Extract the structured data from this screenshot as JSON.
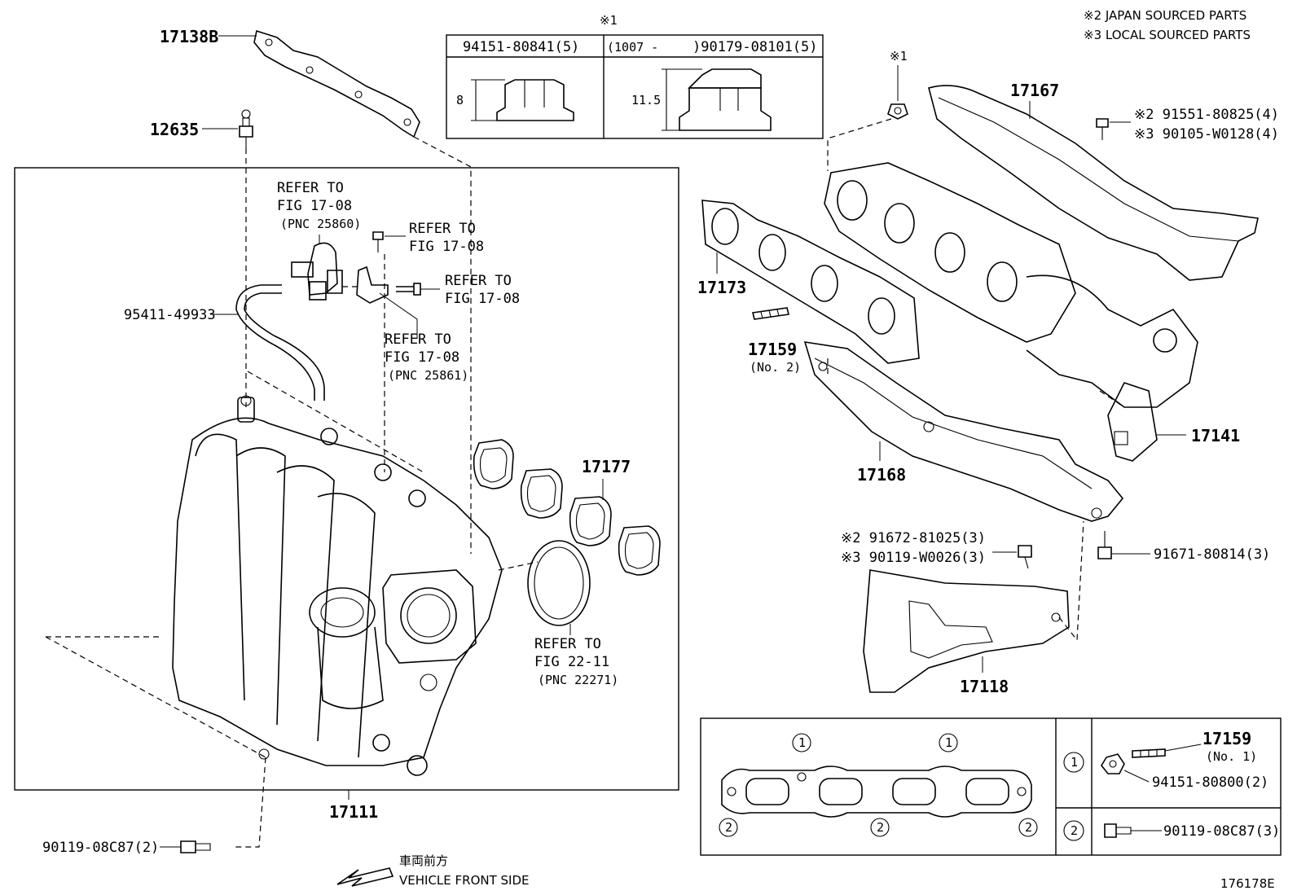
{
  "notes": {
    "japan": "※2 JAPAN SOURCED PARTS",
    "local": "※3 LOCAL SOURCED PARTS"
  },
  "nut_table": {
    "mark": "※1",
    "col1_header": "94151-80841(5)",
    "col2_header_left": "(1007 -",
    "col2_header_right": ")90179-08101(5)",
    "col1_dim": "8",
    "col2_dim": "11.5"
  },
  "labels": {
    "p17138B": "17138B",
    "p12635": "12635",
    "refer1_a": "REFER TO",
    "refer1_b": "FIG 17-08",
    "refer1_c": "(PNC 25860)",
    "refer2_a": "REFER TO",
    "refer2_b": "FIG 17-08",
    "refer3_a": "REFER TO",
    "refer3_b": "FIG 17-08",
    "refer4_a": "REFER TO",
    "refer4_b": "FIG 17-08",
    "refer4_c": "(PNC 25861)",
    "p95411": "95411-49933",
    "p17177": "17177",
    "refer5_a": "REFER TO",
    "refer5_b": "FIG 22-11",
    "refer5_c": "(PNC 22271)",
    "p17111": "17111",
    "p90119_left": "90119-08C87(2)",
    "front_jp": "車両前方",
    "front_en": "VEHICLE FRONT SIDE",
    "nut_mark": "※1",
    "p17167": "17167",
    "bolt_a": "※2 91551-80825(4)",
    "bolt_b": "※3 90105-W0128(4)",
    "p17173": "17173",
    "p17159": "17159",
    "p17159_no2": "(No. 2)",
    "p17141": "17141",
    "p17168": "17168",
    "bolt_c": "※2 91672-81025(3)",
    "bolt_d": "※3 90119-W0026(3)",
    "p91671": "91671-80814(3)",
    "p17118": "17118",
    "diagram_id": "176178E"
  },
  "gasket_detail": {
    "circle1": "1",
    "circle2": "2",
    "p17159": "17159",
    "p17159_no1": "(No. 1)",
    "p94151": "94151-80800(2)",
    "p90119": "90119-08C87(3)"
  }
}
